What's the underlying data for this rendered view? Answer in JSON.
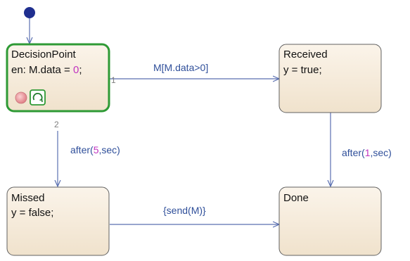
{
  "states": {
    "decision": {
      "name": "DecisionPoint",
      "action_prefix": "en: M.data = ",
      "action_value": "0",
      "action_suffix": ";"
    },
    "received": {
      "name": "Received",
      "action": "y = true;"
    },
    "missed": {
      "name": "Missed",
      "action": "y = false;"
    },
    "done": {
      "name": "Done"
    }
  },
  "transitions": {
    "t_decision_received": {
      "label": "M[M.data>0]",
      "order": "1"
    },
    "t_decision_missed": {
      "prefix": "after(",
      "value": "5",
      "suffix": ",sec)",
      "order": "2"
    },
    "t_received_done": {
      "prefix": "after(",
      "value": "1",
      "suffix": ",sec)"
    },
    "t_missed_done": {
      "label": "{send(M)}"
    }
  },
  "icons": [
    "default-transition-dot-icon",
    "breakpoint-icon",
    "loop-icon"
  ],
  "colors": {
    "state_fill": "#f3e6d2",
    "state_border": "#606060",
    "active_border": "#2e9a35",
    "transition": "#5a6fb0",
    "label": "#2f4f9a",
    "number": "#c033c0",
    "default_dot": "#1f2f8f"
  }
}
